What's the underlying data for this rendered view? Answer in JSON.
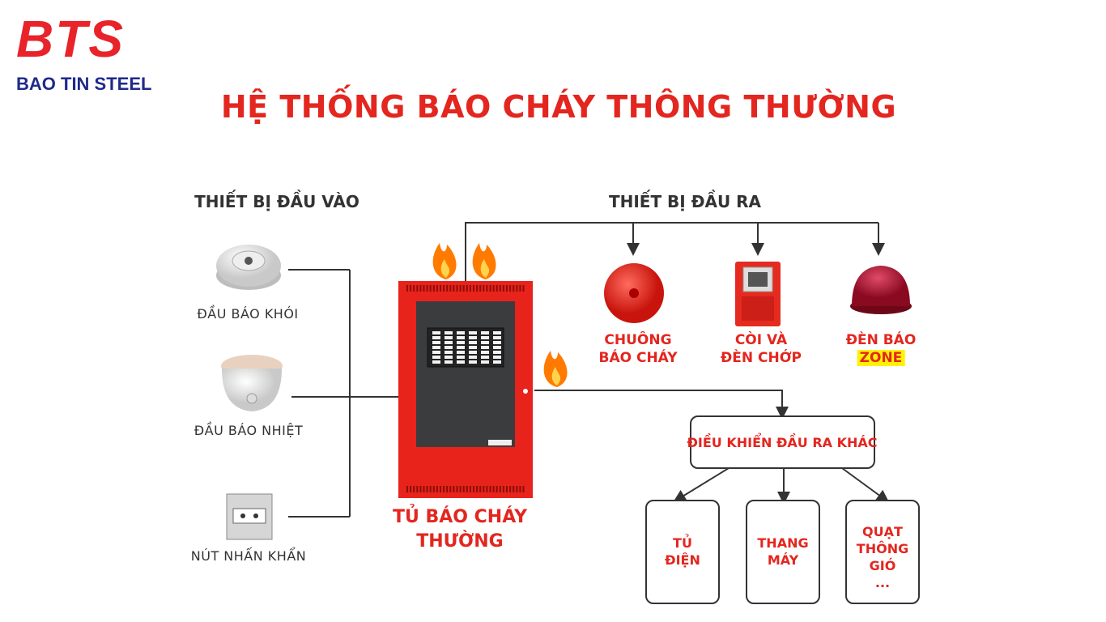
{
  "logo": {
    "mark": "BTS",
    "name": "BAO TIN STEEL"
  },
  "title": "HỆ THỐNG BÁO CHÁY THÔNG THƯỜNG",
  "inputs": {
    "heading": "THIẾT BỊ ĐẦU VÀO",
    "items": [
      "ĐẦU BÁO KHÓI",
      "ĐẦU BÁO NHIỆT",
      "NÚT NHẤN KHẨN"
    ]
  },
  "panel": {
    "line1": "TỦ BÁO CHÁY",
    "line2": "THƯỜNG"
  },
  "outputs": {
    "heading": "THIẾT BỊ ĐẦU RA",
    "bell": {
      "line1": "CHUÔNG",
      "line2": "BÁO CHÁY"
    },
    "horn": {
      "line1": "CÒI VÀ",
      "line2": "ĐÈN CHỚP"
    },
    "beacon": {
      "line1": "ĐÈN BÁO",
      "line2": "ZONE"
    }
  },
  "control": {
    "label": "ĐIỀU KHIỂN ĐẦU RA KHÁC",
    "items": [
      {
        "line1": "TỦ",
        "line2": "ĐIỆN"
      },
      {
        "line1": "THANG",
        "line2": "MÁY"
      },
      {
        "line1": "QUẠT",
        "line2": "THÔNG",
        "line3": "GIÓ",
        "line4": "..."
      }
    ]
  },
  "colors": {
    "accent": "#e3261f",
    "logo_blue": "#1f2a8a",
    "zone": "#fff200"
  }
}
